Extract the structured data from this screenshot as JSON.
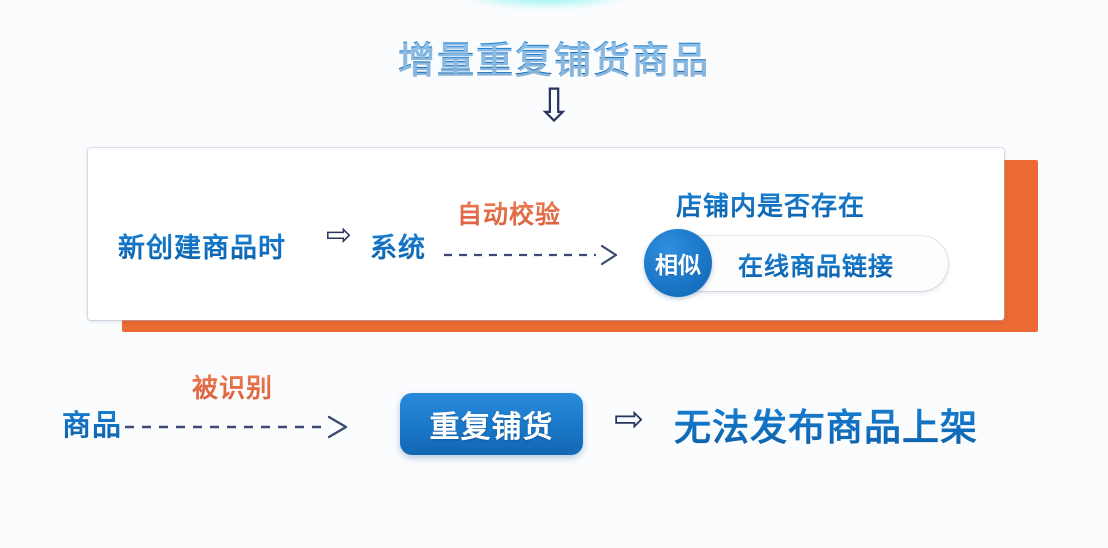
{
  "page": {
    "background_color": "#fbfcfe",
    "accent_blue": "#1273c4",
    "accent_orange": "#ec6a33",
    "arrow_color": "#27355f"
  },
  "header": {
    "title": "增量重复铺货商品",
    "down_arrow_glyph": "⇩"
  },
  "card": {
    "orange_shadow_color": "#ec6a33",
    "flow": {
      "step_create": "新创建商品时",
      "arrow_glyph": "⇨",
      "step_system": "系统",
      "dashed_label": "自动校验",
      "question": "店铺内是否存在",
      "badge": "相似",
      "pill_label": "在线商品链接"
    }
  },
  "bottom": {
    "product": "商品",
    "dashed_label": "被识别",
    "button_label": "重复铺货",
    "arrow_glyph": "⇨",
    "result": "无法发布商品上架"
  }
}
